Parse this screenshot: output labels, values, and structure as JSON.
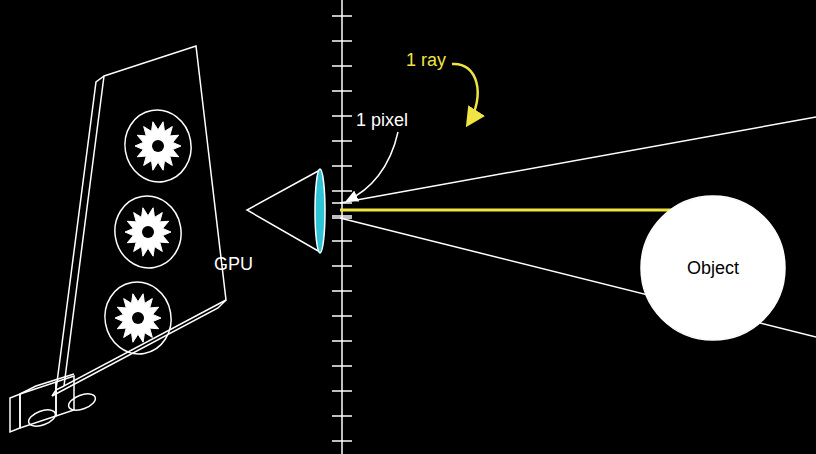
{
  "diagram": {
    "nodes": [
      {
        "text": [
          "Object"
        ]
      }
    ],
    "labels": [
      "1 ray",
      "1 pixel",
      "GPU"
    ]
  }
}
